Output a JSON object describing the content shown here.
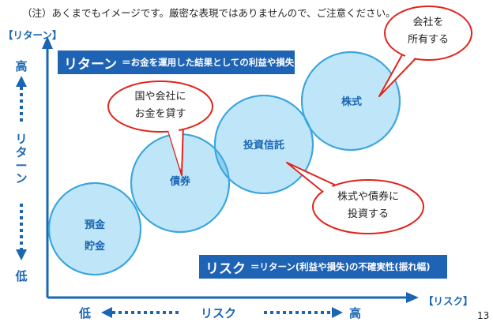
{
  "note": "（注）あくまでもイメージです。厳密な表現ではありませんので、ご注意ください。",
  "axes": {
    "y_header": "【リターン】",
    "x_header": "【リスク】",
    "y_high": "高",
    "y_low": "低",
    "y_label": "リ\nタ\nー\nン",
    "x_low": "低",
    "x_high": "高",
    "x_label": "リスク"
  },
  "return_def": {
    "title": "リターン",
    "text": "＝お金を運用した結果としての利益や損失"
  },
  "risk_def": {
    "title": "リスク",
    "text": "＝リターン(利益や損失)の不確実性(振れ幅)"
  },
  "circles": [
    {
      "label": "預金\n貯金"
    },
    {
      "label": "債券"
    },
    {
      "label": "投資信託"
    },
    {
      "label": "株式"
    }
  ],
  "bubbles": {
    "bond": "国や会社に\nお金を貸す",
    "fund": "株式や債券に\n投資する",
    "stock": "会社を\n所有する"
  },
  "colors": {
    "axis": "#1a66b3",
    "circle_fill": "#bfe6f8",
    "circle_stroke": "#3aa6dc",
    "overlap_fill": "#8fd0f0",
    "callout_stroke": "#e0231c",
    "box_fill": "#1f63b4"
  },
  "page_number": "13"
}
